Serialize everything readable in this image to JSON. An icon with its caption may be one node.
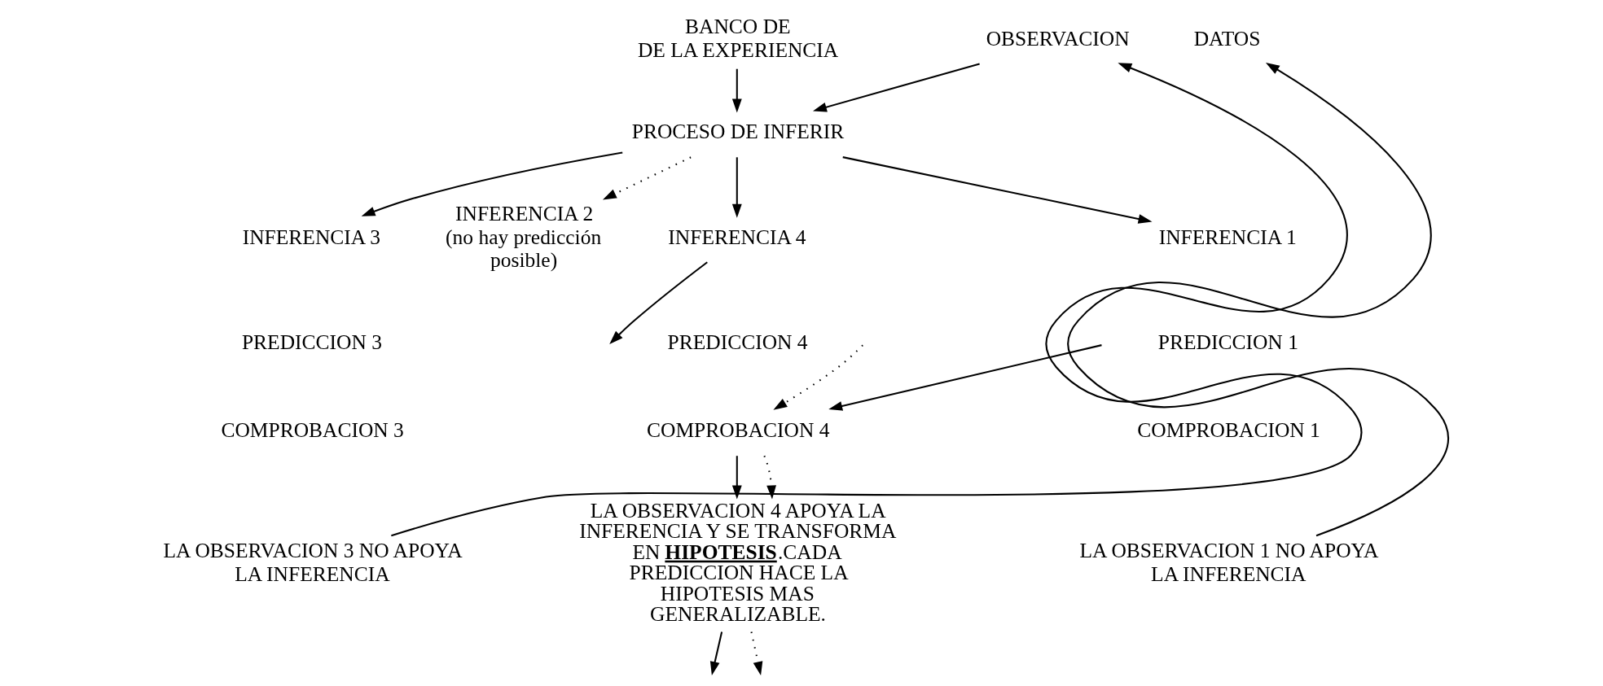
{
  "diagram": {
    "nodes": [
      {
        "text": [
          "OBSERVACION"
        ]
      },
      {
        "text": [
          "DATOS"
        ]
      },
      {
        "text": [
          "BANCO DE",
          "DE LA EXPERIENCIA"
        ]
      },
      {
        "text": [
          "PROCESO DE INFERIR"
        ]
      },
      {
        "text": [
          "INFERENCIA 1"
        ]
      },
      {
        "text": [
          "INFERENCIA 2",
          "(no hay predicción posible)"
        ]
      },
      {
        "text": [
          "INFERENCIA 3"
        ]
      },
      {
        "text": [
          "INFERENCIA 4"
        ]
      },
      {
        "text": [
          "PREDICCION 1"
        ]
      },
      {
        "text": [
          "PREDICCION 3"
        ]
      },
      {
        "text": [
          "PREDICCION 4"
        ]
      },
      {
        "text": [
          "COMPROBACION 1"
        ]
      },
      {
        "text": [
          "COMPROBACION 3"
        ]
      },
      {
        "text": [
          "COMPROBACION 4"
        ]
      },
      {
        "text": [
          "LA OBSERVACION 1 NO APOYA LA INFERENCIA"
        ]
      },
      {
        "text": [
          "LA OBSERVACION 3 NO APOYA LA INFERENCIA"
        ]
      },
      {
        "text": [
          "LA OBSERVACION 4 APOYA LA INFERENCIA Y SE TRANSFORMA EN **HIPOTESIS**.CADA PREDICCION HACE LA HIPOTESIS MAS GENERALIZABLE."
        ]
      }
    ],
    "edges": [
      {
        "from": 0,
        "to": 3,
        "arrow": "to"
      },
      {
        "from": 2,
        "to": 3,
        "arrow": "to"
      },
      {
        "from": 3,
        "to": 4,
        "arrow": "to"
      },
      {
        "from": 3,
        "to": 5,
        "arrow": "to",
        "style": "dashed"
      },
      {
        "from": 3,
        "to": 6,
        "arrow": "to"
      },
      {
        "from": 3,
        "to": 7,
        "arrow": "to"
      },
      {
        "from": 7,
        "to": null,
        "arrow": "to"
      },
      {
        "from": null,
        "to": 13,
        "arrow": "to"
      },
      {
        "from": null,
        "to": 13,
        "arrow": "to",
        "style": "dashed"
      },
      {
        "from": 13,
        "to": 16,
        "arrow": "to"
      },
      {
        "from": 13,
        "to": 16,
        "arrow": "to",
        "style": "dashed"
      },
      {
        "from": 16,
        "to": null,
        "arrow": "to"
      },
      {
        "from": 16,
        "to": null,
        "arrow": "to",
        "style": "dashed"
      },
      {
        "from": 14,
        "to": 1,
        "arrow": "to"
      },
      {
        "from": 15,
        "to": 0,
        "arrow": "to"
      }
    ]
  }
}
